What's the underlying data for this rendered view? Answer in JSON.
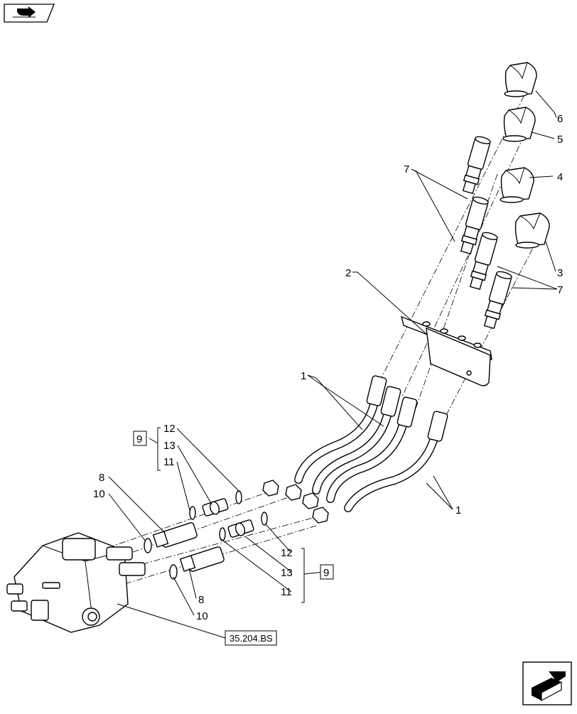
{
  "callouts": {
    "c1a": "1",
    "c1b": "1",
    "c2": "2",
    "c3": "3",
    "c4": "4",
    "c5": "5",
    "c6": "6",
    "c7a": "7",
    "c7b": "7",
    "c8a": "8",
    "c8b": "8",
    "c10a": "10",
    "c10b": "10",
    "c11a": "11",
    "c11b": "11",
    "c12a": "12",
    "c12b": "12",
    "c13a": "13",
    "c13b": "13",
    "c9a": "9",
    "c9b": "9"
  },
  "reference_label": "35.204.BS",
  "icons": {
    "top_left": "navigation-arrow-icon",
    "bottom_right": "next-page-arrow-icon"
  }
}
